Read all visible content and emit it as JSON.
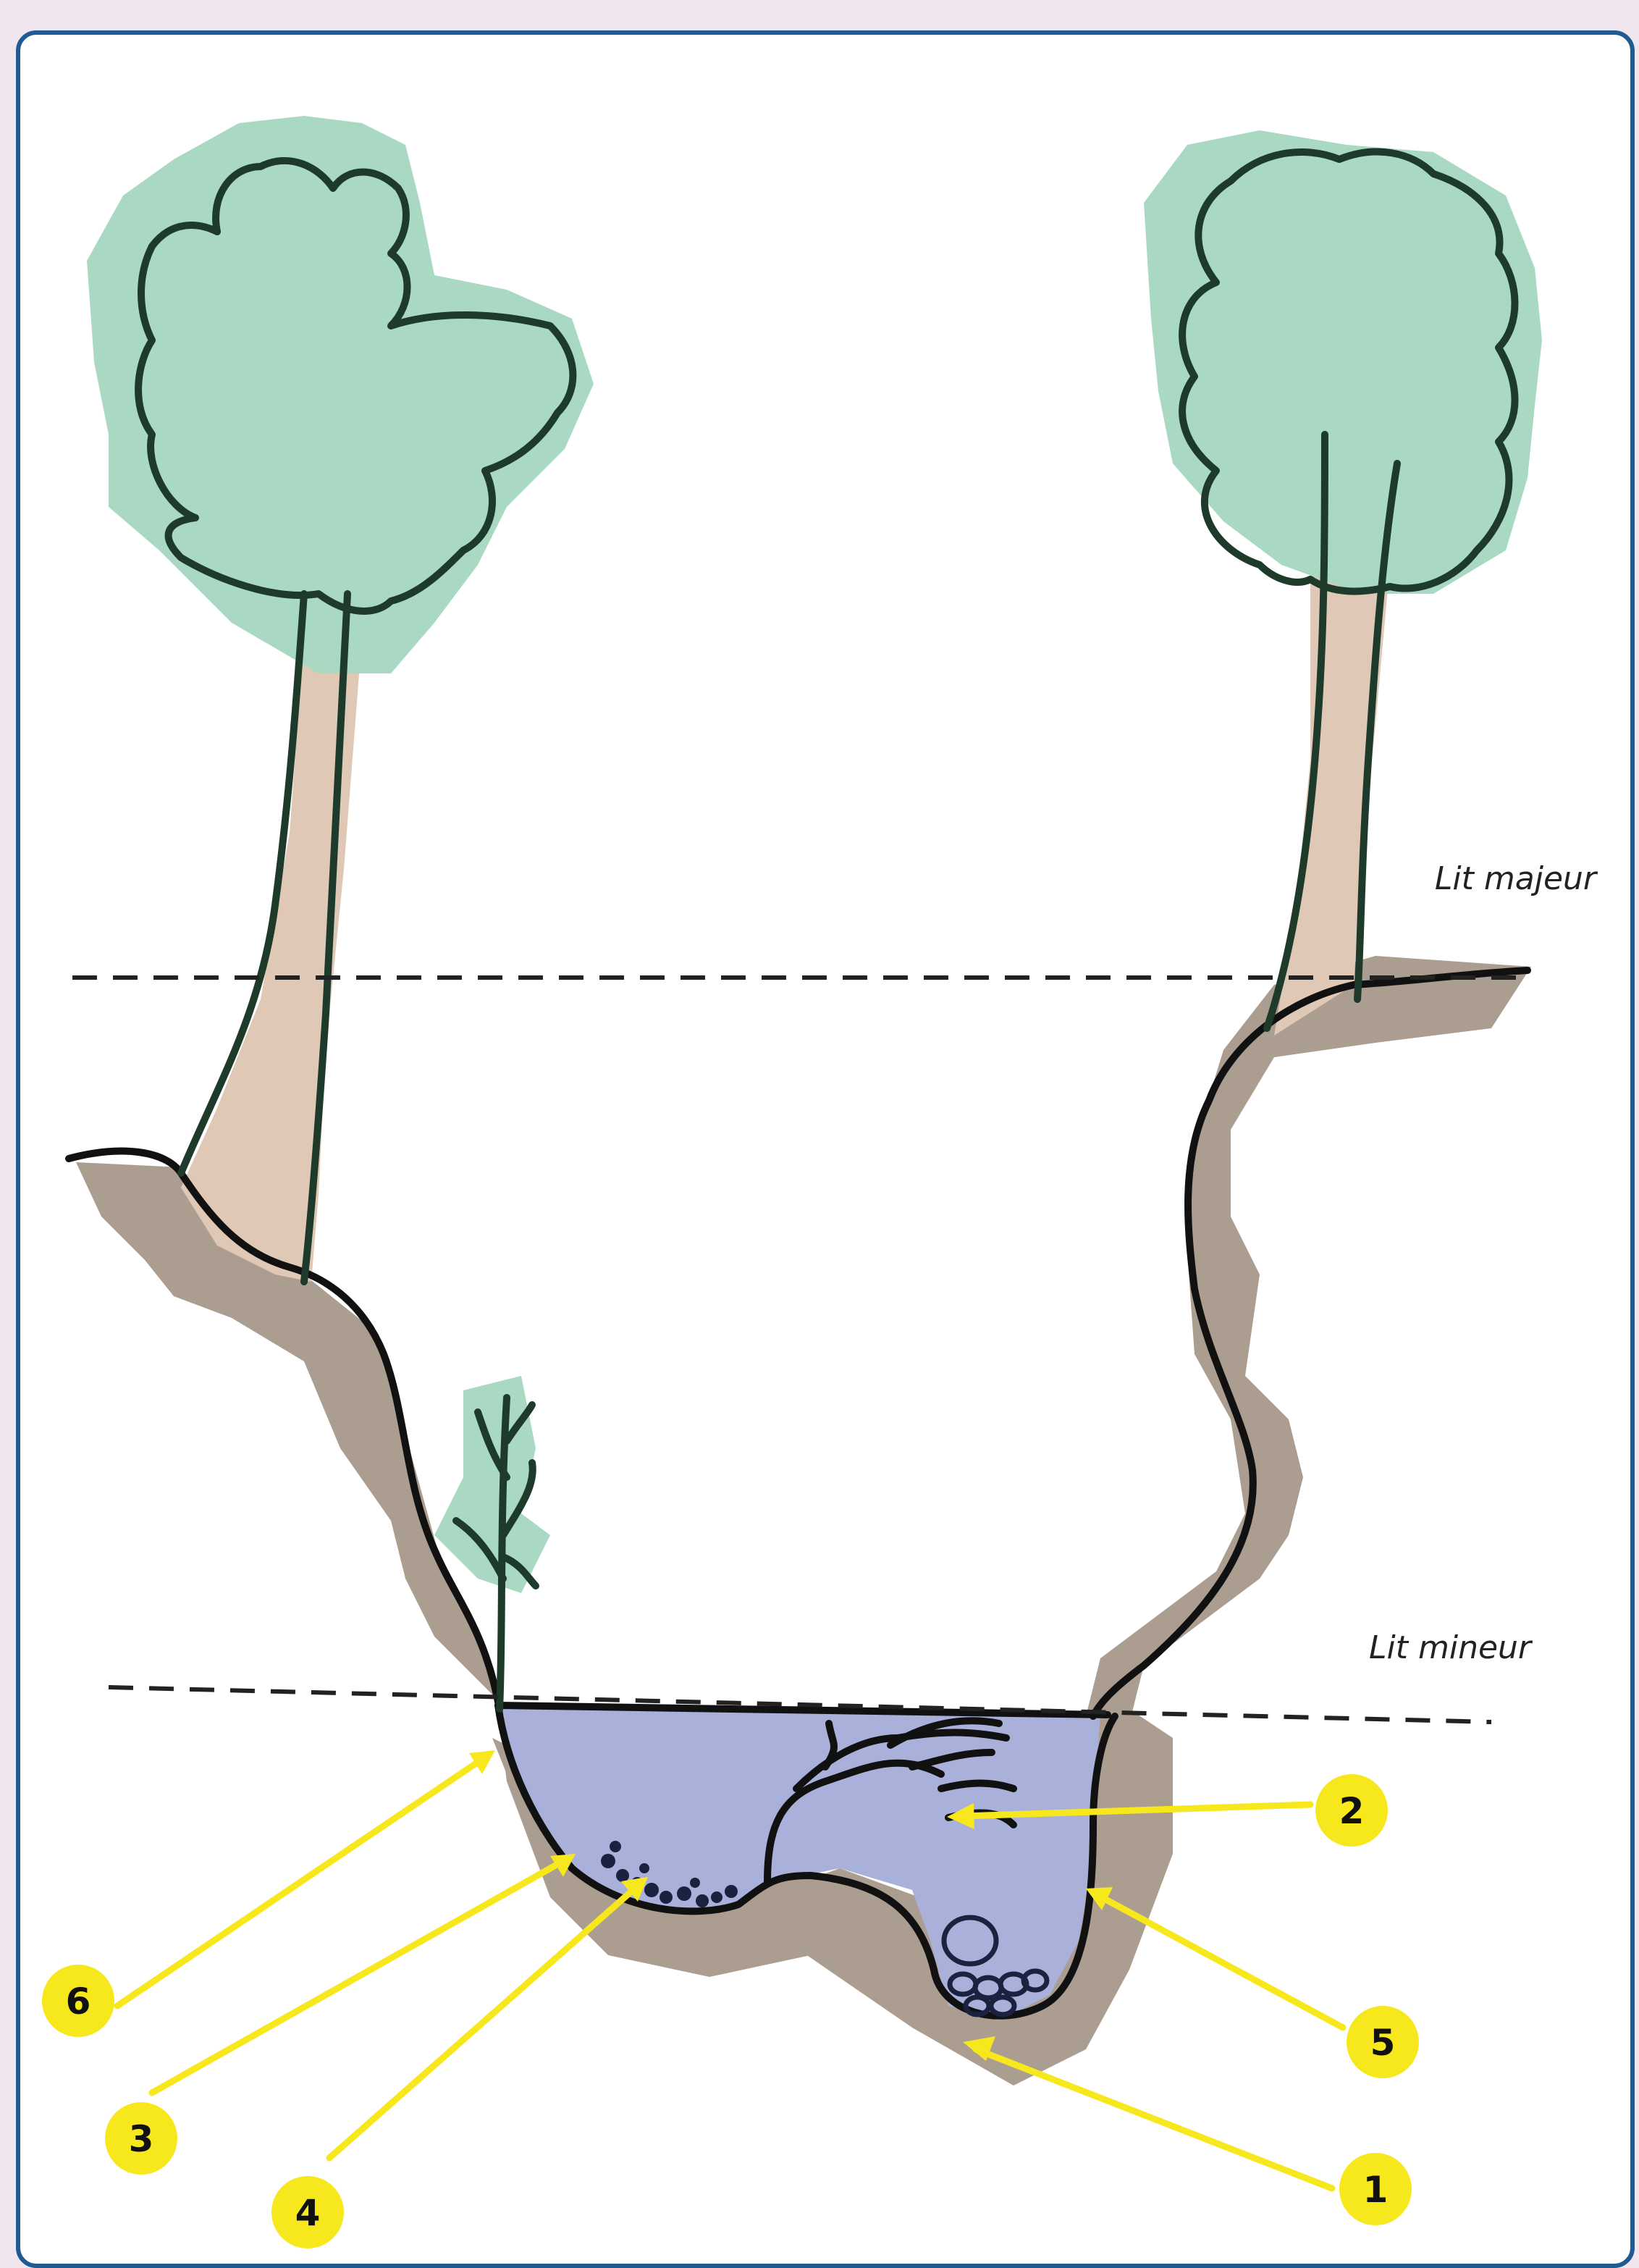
{
  "beds": {
    "major": "Lit majeur",
    "minor": "Lit mineur"
  },
  "badges": [
    {
      "id": "1",
      "label": "1"
    },
    {
      "id": "2",
      "label": "2"
    },
    {
      "id": "3",
      "label": "3"
    },
    {
      "id": "4",
      "label": "4"
    },
    {
      "id": "5",
      "label": "5"
    },
    {
      "id": "6",
      "label": "6"
    }
  ],
  "colors": {
    "foliage": "#a9d9c3",
    "trunk": "#dfc9b6",
    "soil": "#ab9d90",
    "water": "#a9b1da",
    "badge": "#f7e81e",
    "border": "#1f5a93",
    "background": "#f1e6ef"
  }
}
